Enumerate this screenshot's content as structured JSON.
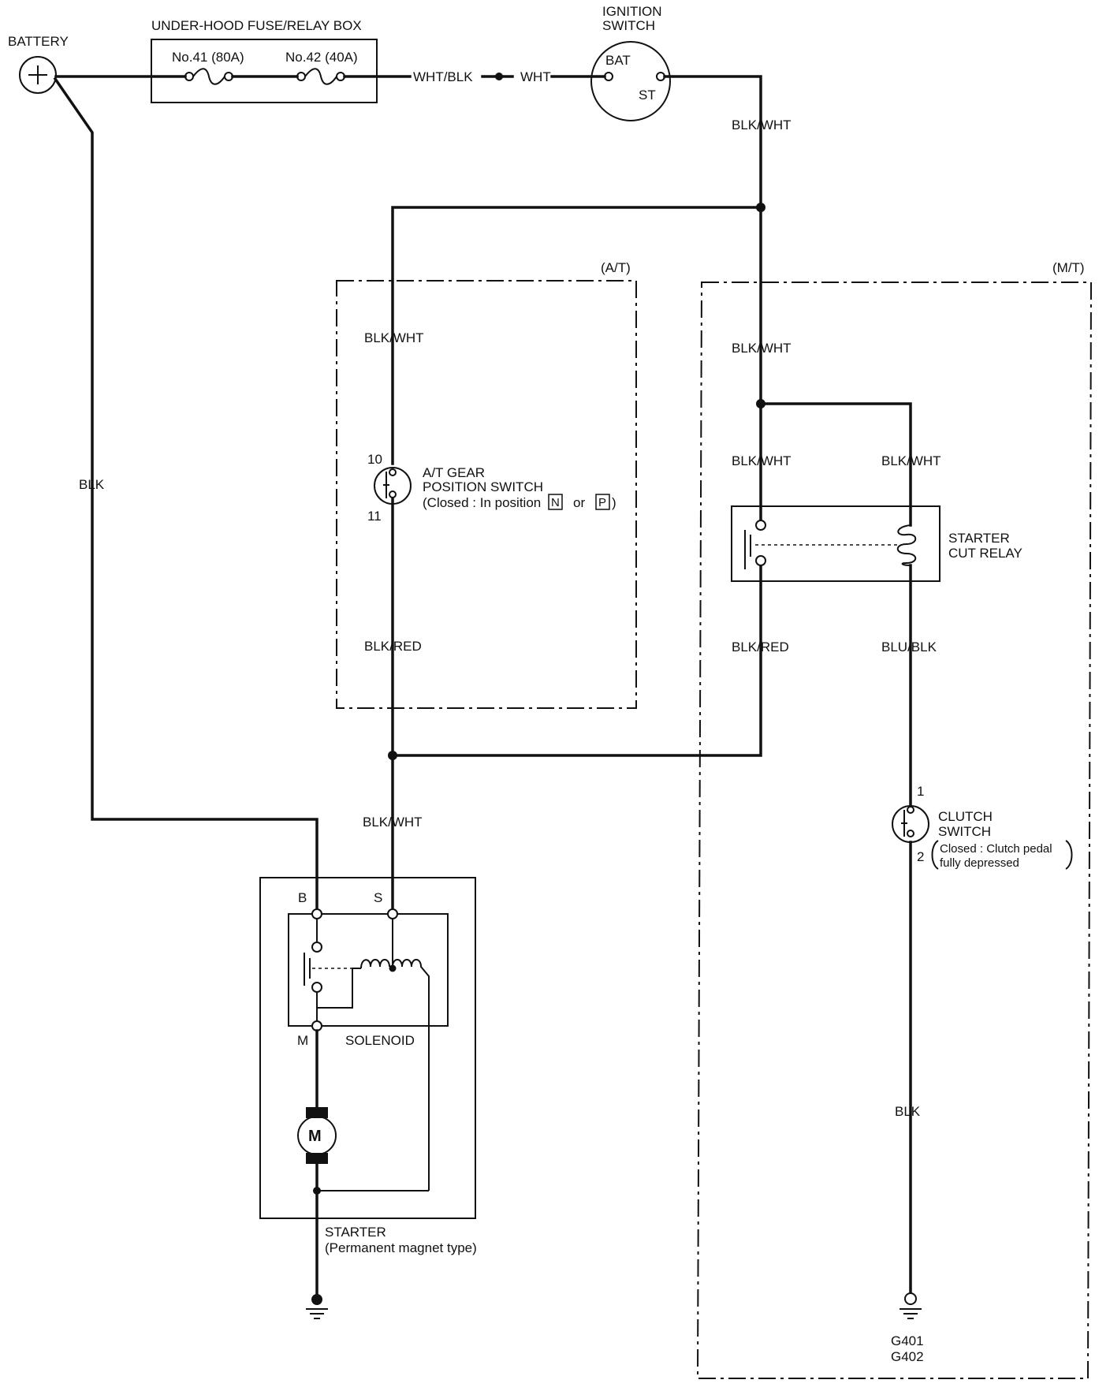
{
  "components": {
    "battery": "BATTERY",
    "fuse_box": "UNDER-HOOD FUSE/RELAY BOX",
    "fuse_41": "No.41 (80A)",
    "fuse_42": "No.42 (40A)",
    "ignition_switch_line1": "IGNITION",
    "ignition_switch_line2": "SWITCH",
    "ign_bat": "BAT",
    "ign_st": "ST",
    "at_region": "(A/T)",
    "mt_region": "(M/T)",
    "at_switch_line1": "A/T GEAR",
    "at_switch_line2": "POSITION SWITCH",
    "at_switch_condition_prefix": "(Closed : In position",
    "at_switch_pos_n": "N",
    "at_switch_or": "or",
    "at_switch_pos_p": "P",
    "at_switch_condition_suffix": ")",
    "at_pin_10": "10",
    "at_pin_11": "11",
    "relay_line1": "STARTER",
    "relay_line2": "CUT RELAY",
    "clutch_line1": "CLUTCH",
    "clutch_line2": "SWITCH",
    "clutch_condition_line1": "Closed : Clutch pedal",
    "clutch_condition_line2": "fully depressed",
    "clutch_pin_1": "1",
    "clutch_pin_2": "2",
    "starter_term_b": "B",
    "starter_term_s": "S",
    "starter_term_m": "M",
    "solenoid": "SOLENOID",
    "motor": "M",
    "starter_line1": "STARTER",
    "starter_line2": "(Permanent magnet type)",
    "ground_1": "G401",
    "ground_2": "G402"
  },
  "wires": {
    "batt_feed": "BLK",
    "fuse_out": "WHT/BLK",
    "ign_in": "WHT",
    "ign_st_out": "BLK/WHT",
    "at_in": "BLK/WHT",
    "at_out": "BLK/RED",
    "mt_in": "BLK/WHT",
    "relay_contact_in": "BLK/WHT",
    "relay_coil_in": "BLK/WHT",
    "relay_contact_out": "BLK/RED",
    "relay_coil_out": "BLU/BLK",
    "starter_s": "BLK/WHT",
    "clutch_ground": "BLK"
  }
}
